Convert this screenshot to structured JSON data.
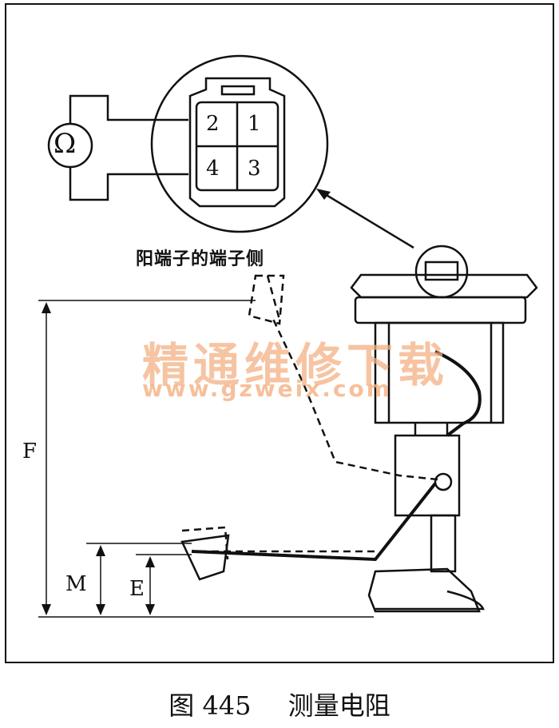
{
  "figure": {
    "caption_number": "图 445",
    "caption_title": "测量电阻"
  },
  "connector": {
    "pins": [
      "2",
      "1",
      "4",
      "3"
    ],
    "meter_symbol": "Ω"
  },
  "labels": {
    "terminal_side": "阳端子的端子侧",
    "F": "F",
    "M": "M",
    "E": "E"
  },
  "watermark": {
    "site_name": "精通维修下载",
    "url": "www.gzweix.com",
    "color": "#f4b183"
  }
}
